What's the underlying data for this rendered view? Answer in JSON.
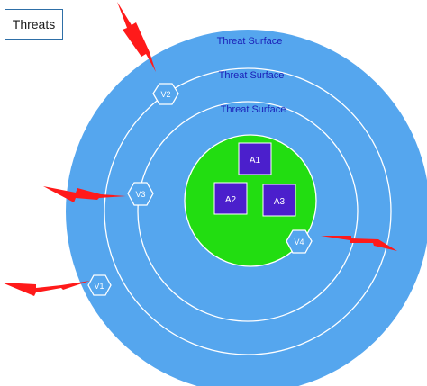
{
  "legend": {
    "label": "Threats"
  },
  "surfaces": [
    {
      "label": "Threat Surface"
    },
    {
      "label": "Threat Surface"
    },
    {
      "label": "Threat Surface"
    }
  ],
  "assets": [
    "A1",
    "A2",
    "A3"
  ],
  "vulnerabilities": [
    "V1",
    "V2",
    "V3",
    "V4"
  ],
  "colors": {
    "outer_circle": "#55a6ee",
    "rings": "#ffffff",
    "core": "#22dd11",
    "asset_fill": "#4b1fcc",
    "surface_label": "#1a1fb8",
    "threat_bolt": "#ff1a1a",
    "hexagon": "#55a6ee"
  }
}
